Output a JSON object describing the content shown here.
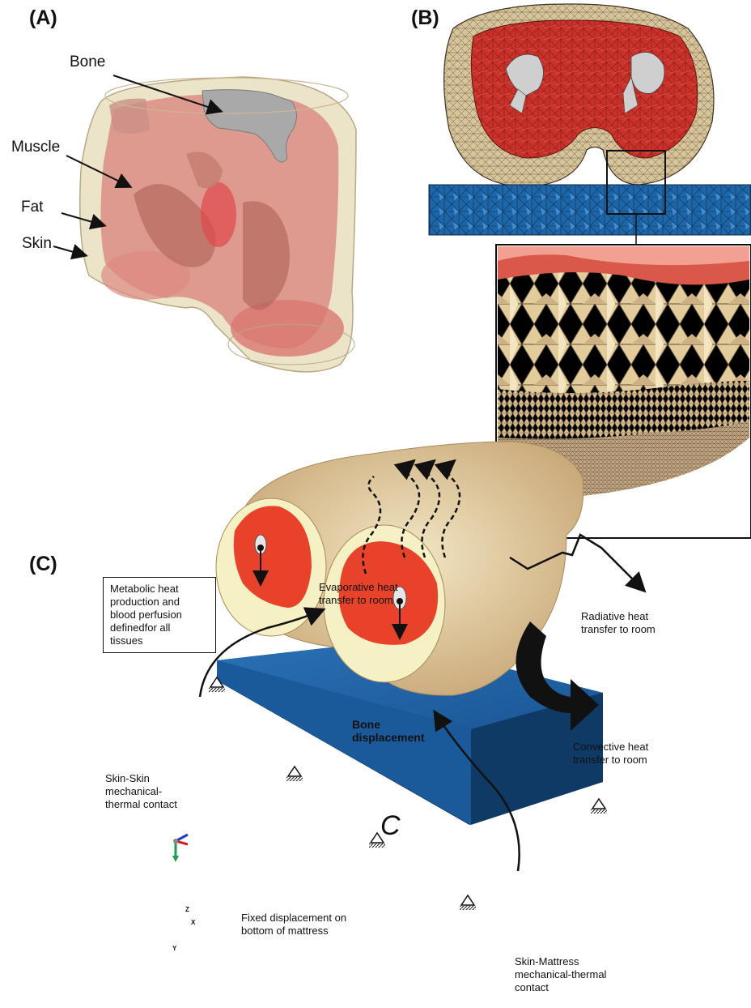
{
  "panels": {
    "a": "(A)",
    "b": "(B)",
    "c": "(C)"
  },
  "panel_a": {
    "labels": {
      "bone": "Bone",
      "muscle": "Muscle",
      "fat": "Fat",
      "skin": "Skin"
    }
  },
  "panel_c": {
    "metabolic_box": [
      "Metabolic heat",
      "production and",
      "blood perfusion",
      "definedfor all",
      "tissues"
    ],
    "evaporative": [
      "Evaporative heat",
      "transfer to room"
    ],
    "radiative": [
      "Radiative heat",
      "transfer to room"
    ],
    "convective": [
      "Convective heat",
      "transfer to room"
    ],
    "bone_displacement": [
      "Bone",
      "displacement"
    ],
    "skin_skin": [
      "Skin-Skin",
      "mechanical-",
      "thermal contact"
    ],
    "fixed": [
      "Fixed displacement on",
      "bottom of mattress"
    ],
    "skin_mattress": [
      "Skin-Mattress",
      "mechanical-thermal",
      "contact"
    ],
    "contact_symbol": "C",
    "axis": {
      "z": "Z",
      "x": "X",
      "y": "Y"
    }
  },
  "colors": {
    "skin": "#e8d9a8",
    "muscle": "#d9706a",
    "bone": "#b8b8b8",
    "mesh_red": "#c9312a",
    "mesh_fat": "#d9c49a",
    "mattress": "#1b5c9c",
    "cut_red": "#e8432a",
    "cut_fat": "#f5f0c0"
  }
}
